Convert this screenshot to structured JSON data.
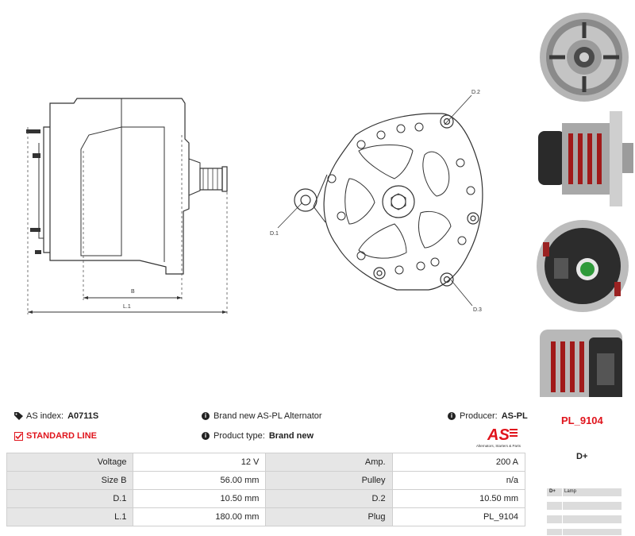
{
  "drawing": {
    "labels": {
      "b": "B",
      "l1": "L.1",
      "d1": "D.1",
      "d2": "D.2",
      "d3": "D.3"
    }
  },
  "info": {
    "as_index_label": "AS index:",
    "as_index_value": "A0711S",
    "brand_text": "Brand new AS-PL Alternator",
    "producer_label": "Producer:",
    "producer_value": "AS-PL",
    "standard_line": "STANDARD LINE",
    "product_type_label": "Product type:",
    "product_type_value": "Brand new",
    "code": "PL_9104",
    "logo_text": "AS",
    "logo_tagline": "Alternators, Starters & Parts"
  },
  "specs": [
    {
      "l1": "Voltage",
      "v1": "12 V",
      "l2": "Amp.",
      "v2": "200 A"
    },
    {
      "l1": "Size B",
      "v1": "56.00 mm",
      "l2": "Pulley",
      "v2": "n/a"
    },
    {
      "l1": "D.1",
      "v1": "10.50 mm",
      "l2": "D.2",
      "v2": "10.50 mm"
    },
    {
      "l1": "L.1",
      "v1": "180.00 mm",
      "l2": "Plug",
      "v2": "PL_9104"
    }
  ],
  "connector": {
    "title": "D+",
    "terminals": [
      {
        "key": "D+",
        "desc": "Lamp"
      },
      {
        "key": "",
        "desc": ""
      },
      {
        "key": "",
        "desc": ""
      },
      {
        "key": "",
        "desc": ""
      }
    ]
  }
}
